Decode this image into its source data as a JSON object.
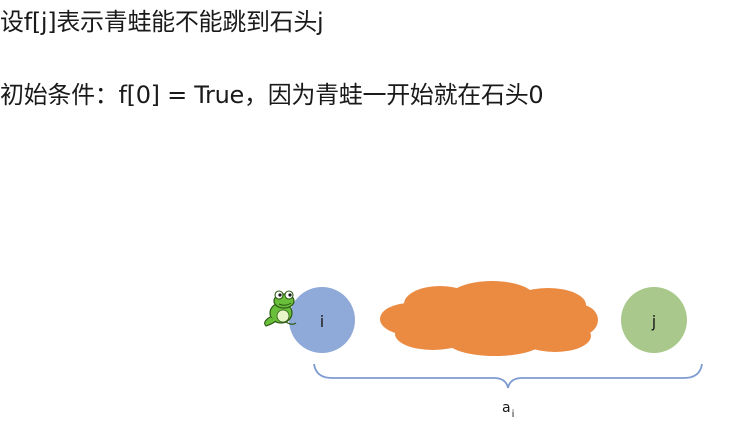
{
  "text": {
    "definition": "设f[j]表示青蛙能不能跳到石头j",
    "initial_condition": "初始条件：f[0] = True，因为青蛙一开始就在石头0"
  },
  "diagram": {
    "stone_i_label": "i",
    "stone_j_label": "j",
    "distance_label_base": "a",
    "distance_label_sub": "i",
    "colors": {
      "stone_i": "#8fa9d8",
      "stone_j": "#a9c98c",
      "cloud": "#eb8a41",
      "brace": "#7e9bd0",
      "frog_body": "#6abf3a",
      "frog_outline": "#2d5a14"
    },
    "icons": [
      "frog-icon",
      "cloud-shape",
      "curly-brace"
    ]
  }
}
